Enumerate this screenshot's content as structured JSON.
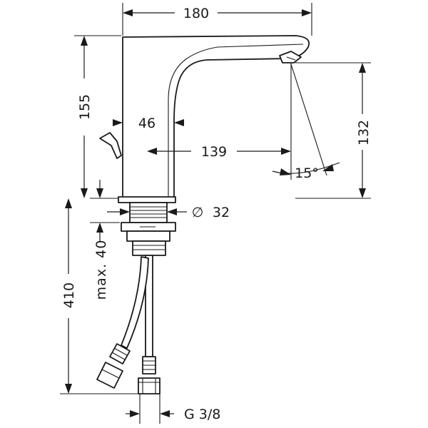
{
  "dimensions": {
    "width_overall": "180",
    "height_spout": "155",
    "outlet_height": "132",
    "body_width": "46",
    "projection": "139",
    "spray_angle": "15°",
    "thread_diameter_symbol": "∅",
    "thread_diameter": "32",
    "max_mount_thickness": "max. 40",
    "hose_length": "410",
    "connection": "G 3/8"
  },
  "colors": {
    "line": "#1a1a1a",
    "background": "#ffffff"
  }
}
